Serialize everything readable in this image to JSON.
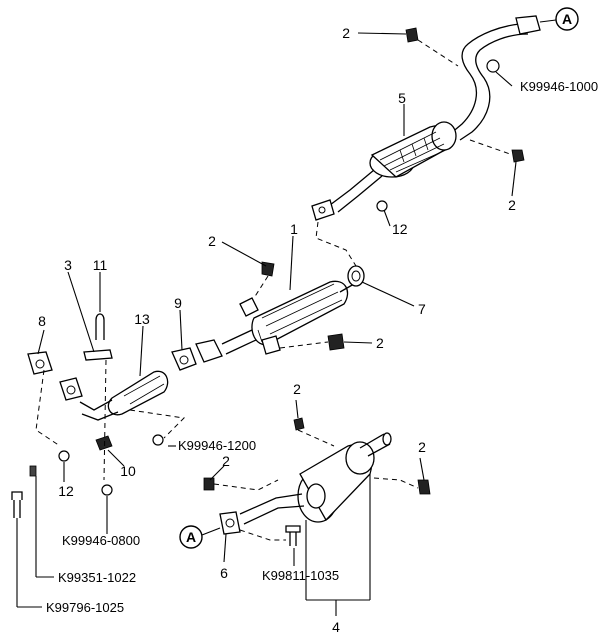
{
  "connector_a_top": "A",
  "connector_a_bottom": "A",
  "callouts": {
    "c1": "1",
    "c2_top": "2",
    "c2_right_top": "2",
    "c2_mid_left": "2",
    "c2_mid_right": "2",
    "c2_bottom_left": "2",
    "c2_bottom_mid": "2",
    "c2_bottom_right": "2",
    "c3": "3",
    "c4": "4",
    "c5": "5",
    "c6": "6",
    "c7": "7",
    "c8": "8",
    "c9": "9",
    "c10": "10",
    "c11": "11",
    "c12_top": "12",
    "c12_bottom": "12",
    "c13": "13"
  },
  "part_numbers": {
    "p_k99946_1000": "K99946-1000",
    "p_k99946_1200": "K99946-1200",
    "p_k99946_0800": "K99946-0800",
    "p_k99351_1022": "K99351-1022",
    "p_k99796_1025": "K99796-1025",
    "p_k99811_1035": "K99811-1035"
  }
}
